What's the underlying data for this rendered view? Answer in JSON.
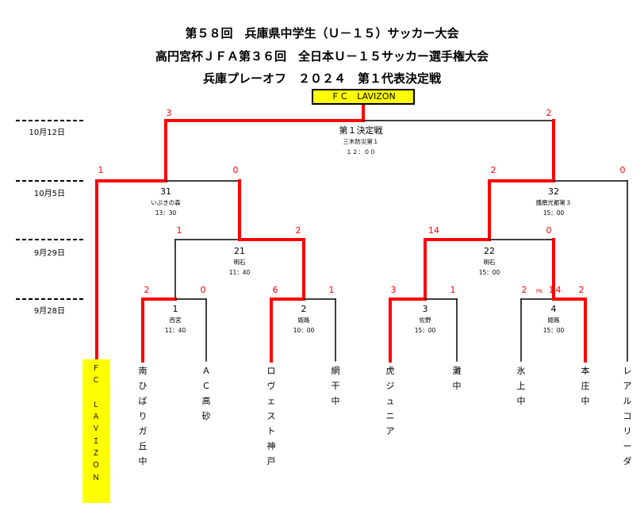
{
  "titles": [
    "第５８回　兵庫県中学生（Ｕ－１５）サッカー大会",
    "高円宮杯ＪＦＡ第３６回　全日本Ｕ－１５サッカー選手権大会",
    "兵庫プレーオフ　２０２４　第１代表決定戦"
  ],
  "winner": "ＦＣ　LAVIZON",
  "dates": [
    "10月12日",
    "10月5日",
    "9月29日",
    "9月28日"
  ],
  "matches": {
    "m1": {
      "number": "1",
      "venue": "西宮",
      "time": "11：40"
    },
    "m2": {
      "number": "2",
      "venue": "姫路",
      "time": "10：00"
    },
    "m3": {
      "number": "3",
      "venue": "佐野",
      "time": "15：00"
    },
    "m4": {
      "number": "4",
      "venue": "姫路",
      "time": "15：00"
    },
    "m21": {
      "number": "21",
      "venue": "明石",
      "time": "11：40"
    },
    "m22": {
      "number": "22",
      "venue": "明石",
      "time": "15：00"
    },
    "m31": {
      "number": "31",
      "venue": "いぶきの森",
      "time": "13：30"
    },
    "m32": {
      "number": "32",
      "venue": "播磨光都第３",
      "time": "15：00"
    },
    "final": {
      "number": "第１決定戦",
      "venue": "三木防災第１",
      "time": "１２：００"
    }
  },
  "scores": {
    "final_l": "3",
    "final_r": "2",
    "m31_l": "1",
    "m31_r": "0",
    "m32_l": "2",
    "m32_r": "0",
    "m21_l": "1",
    "m21_r": "2",
    "m22_l": "14",
    "m22_r": "0",
    "m1_l": "2",
    "m1_r": "0",
    "m2_l": "6",
    "m2_r": "1",
    "m3_l": "3",
    "m3_r": "1",
    "m4_l": "2",
    "m4_r": "2",
    "m4_pk_label": "PK",
    "m4_pk_l": "1",
    "m4_pk_r": "4"
  },
  "teams": {
    "t0": [
      "Ｆ",
      "Ｃ",
      "",
      "Ｌ",
      "Ａ",
      "Ｖ",
      "Ｉ",
      "Ｚ",
      "Ｏ",
      "Ｎ"
    ],
    "t1": [
      "南",
      "ひ",
      "ば",
      "り",
      "ガ",
      "丘",
      "中"
    ],
    "t2": [
      "Ａ",
      "Ｃ",
      "高",
      "砂"
    ],
    "t3": [
      "ロ",
      "ヴ",
      "ェ",
      "ス",
      "ト",
      "神",
      "戸"
    ],
    "t4": [
      "網",
      "干",
      "中"
    ],
    "t5": [
      "虎",
      "ジ",
      "ュ",
      "ニ",
      "ア"
    ],
    "t6": [
      "灘",
      "中"
    ],
    "t7": [
      "氷",
      "上",
      "中"
    ],
    "t8": [
      "本",
      "庄",
      "中"
    ],
    "t9": [
      "レ",
      "ア",
      "ル",
      "コ",
      "リ",
      "ー",
      "ダ"
    ]
  },
  "colors": {
    "winner_path": "#ff0000",
    "line": "#000000",
    "highlight": "#ffff00"
  }
}
